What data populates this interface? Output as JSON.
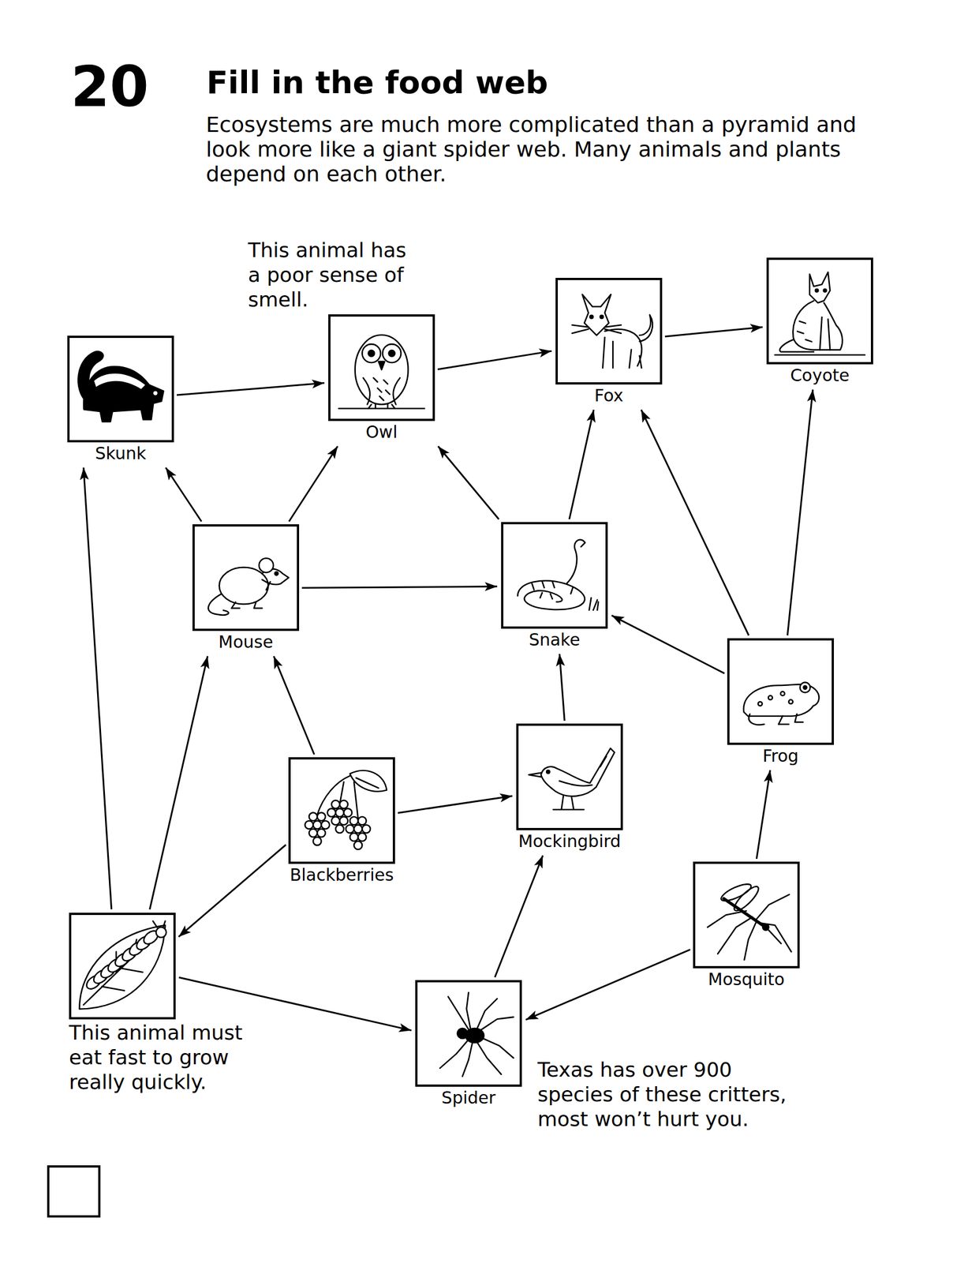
{
  "diagram": {
    "title": "Fill in the food web",
    "nodes": [
      {
        "text": [
          "Skunk"
        ]
      },
      {
        "text": [
          "Owl"
        ]
      },
      {
        "text": [
          "Fox"
        ]
      },
      {
        "text": [
          "Coyote"
        ]
      },
      {
        "text": [
          "Mouse"
        ]
      },
      {
        "text": [
          "Snake"
        ]
      },
      {
        "text": [
          "Frog"
        ]
      },
      {
        "text": [
          "Blackberries"
        ]
      },
      {
        "text": [
          "Mockingbird"
        ]
      },
      {
        "text": [
          "Mosquito"
        ]
      },
      {
        "text": [
          "This animal must eat fast to grow really quickly."
        ]
      },
      {
        "text": [
          "Spider"
        ]
      }
    ],
    "edges": [
      {
        "from": 0,
        "to": 1,
        "arrow": "to"
      },
      {
        "from": 1,
        "to": 2,
        "arrow": "to"
      },
      {
        "from": 2,
        "to": 3,
        "arrow": "to"
      },
      {
        "from": 4,
        "to": 0,
        "arrow": "to"
      },
      {
        "from": 4,
        "to": 1,
        "arrow": "to"
      },
      {
        "from": 4,
        "to": 5,
        "arrow": "to"
      },
      {
        "from": 5,
        "to": 1,
        "arrow": "to"
      },
      {
        "from": 5,
        "to": 2,
        "arrow": "to"
      },
      {
        "from": 6,
        "to": 2,
        "arrow": "to"
      },
      {
        "from": 6,
        "to": 3,
        "arrow": "to"
      },
      {
        "from": 6,
        "to": 5,
        "arrow": "to"
      },
      {
        "from": 8,
        "to": 5,
        "arrow": "to"
      },
      {
        "from": 7,
        "to": 4,
        "arrow": "to"
      },
      {
        "from": 7,
        "to": 8,
        "arrow": "to"
      },
      {
        "from": 7,
        "to": 10,
        "arrow": "to"
      },
      {
        "from": 10,
        "to": 0,
        "arrow": "to"
      },
      {
        "from": 10,
        "to": 4,
        "arrow": "to"
      },
      {
        "from": 10,
        "to": 11,
        "arrow": "to"
      },
      {
        "from": 11,
        "to": 8,
        "arrow": "to"
      },
      {
        "from": 9,
        "to": 11,
        "arrow": "to"
      },
      {
        "from": 9,
        "to": 6,
        "arrow": "to"
      }
    ],
    "labels": [
      "20",
      "Ecosystems are much more complicated than a pyramid and look more like a giant spider web. Many animals and plants depend on each other.",
      "This animal has a poor sense of smell.",
      "Texas has over 900 species of these critters, most won’t hurt you."
    ]
  }
}
